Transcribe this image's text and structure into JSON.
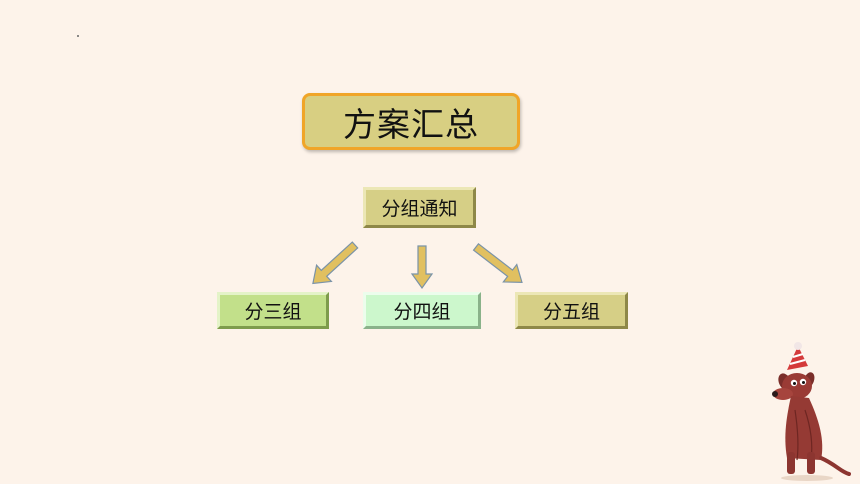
{
  "title": "方案汇总",
  "root": {
    "label": "分组通知"
  },
  "children": [
    {
      "label": "分三组"
    },
    {
      "label": "分四组"
    },
    {
      "label": "分五组"
    }
  ],
  "colors": {
    "background": "#fdf3ea",
    "title_fill": "#d8cf82",
    "title_border": "#f0a528",
    "arrow_fill": "#e1c060",
    "arrow_stroke": "#7a93a8",
    "group_three_fill": "#c2e08a",
    "group_four_fill": "#ccf7cc",
    "group_five_fill": "#d6cf86"
  },
  "decoration": {
    "mascot": "dog-with-party-hat-icon"
  }
}
